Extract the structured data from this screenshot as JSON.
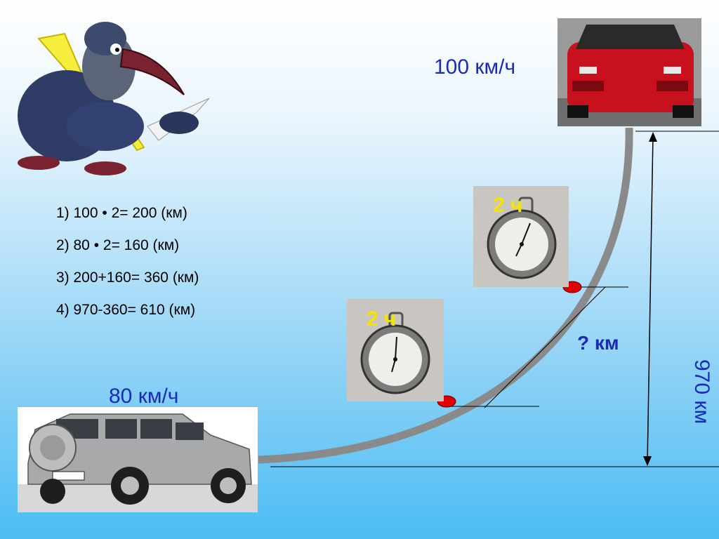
{
  "red_car": {
    "speed": "100 км/ч"
  },
  "gray_car": {
    "speed": "80 км/ч"
  },
  "solution_steps": [
    "1)  100 • 2= 200 (км)",
    "2) 80 • 2= 160 (км)",
    "3) 200+160= 360 (км)",
    "4) 970-360= 610 (км)"
  ],
  "stopwatches": [
    {
      "label": "2 ч"
    },
    {
      "label": "2 ч"
    }
  ],
  "unknown_distance": "? км",
  "total_distance": "970 км",
  "colors": {
    "text_blue": "#1a2bb8",
    "road": "#8a8a8a",
    "marker": "#e00000",
    "stopwatch_label": "#f5e400",
    "red_car_body": "#c8101e",
    "gray_car_body": "#a7a9ab"
  },
  "icons": [
    "crow-with-lightning-icon",
    "red-car-icon",
    "gray-suv-icon",
    "stopwatch-icon"
  ]
}
